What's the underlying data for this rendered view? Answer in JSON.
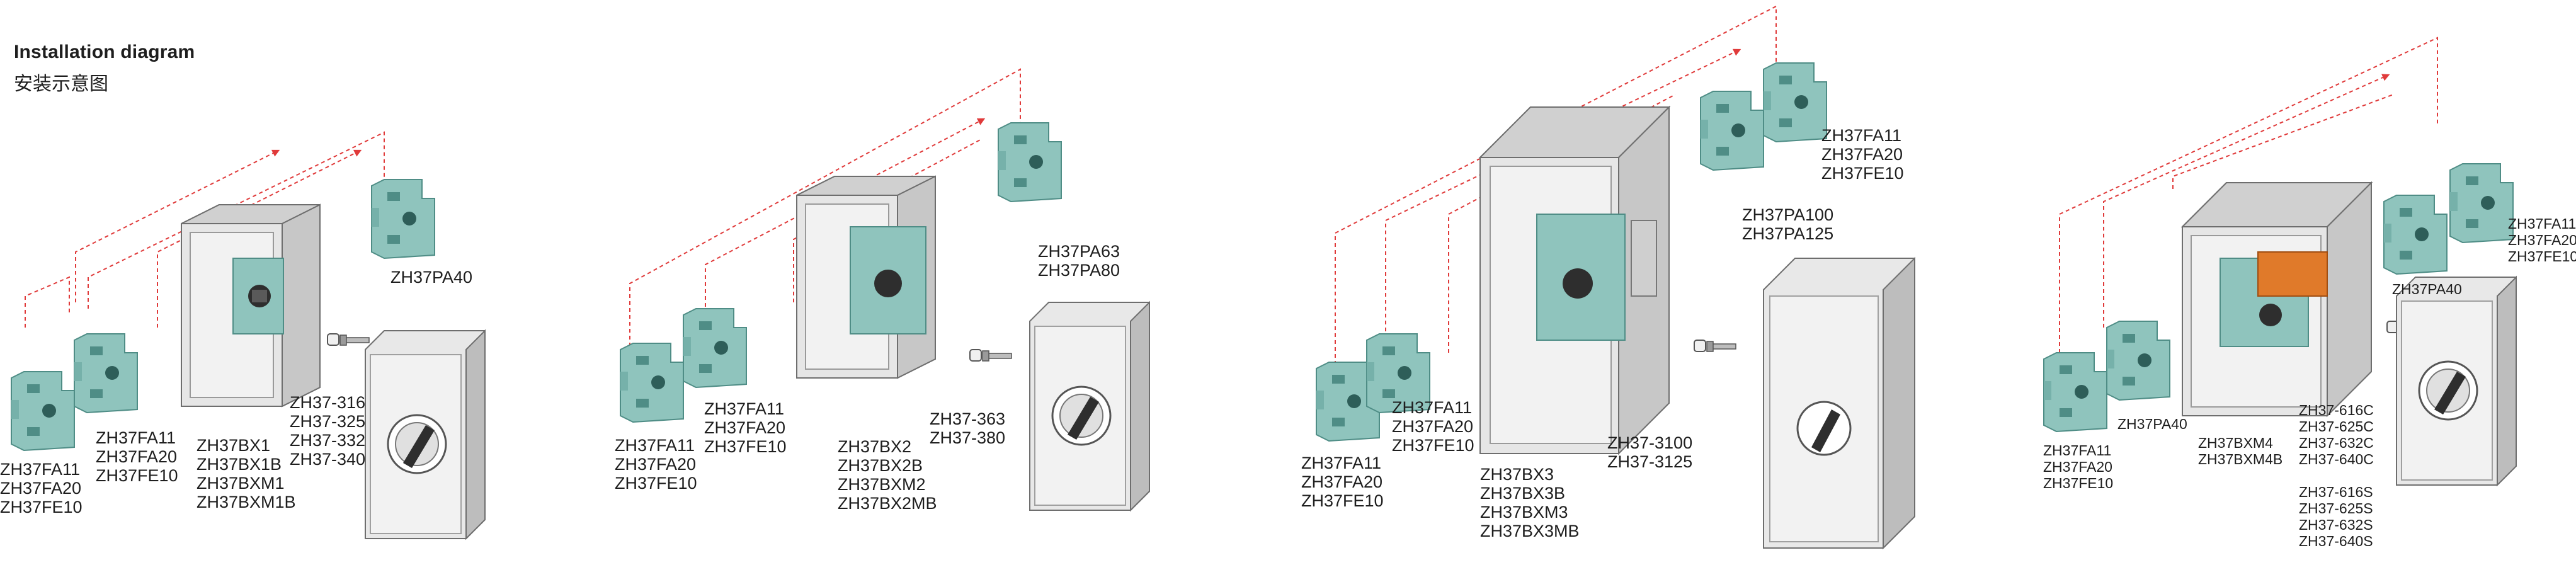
{
  "title": "Installation diagram",
  "subtitle": "安装示意图",
  "groups": [
    {
      "accessory_left_labels": [
        "ZH37FA11",
        "ZH37FA20",
        "ZH37FE10"
      ],
      "accessory_right_labels": [
        "ZH37FA11",
        "ZH37FA20",
        "ZH37FE10"
      ],
      "enclosure_labels": [
        "ZH37BX1",
        "ZH37BX1B",
        "ZH37BXM1",
        "ZH37BXM1B"
      ],
      "top_accessory_labels": [
        "ZH37PA40"
      ],
      "switch_labels": [
        "ZH37-316",
        "ZH37-325",
        "ZH37-332",
        "ZH37-340"
      ]
    },
    {
      "accessory_left_labels": [
        "ZH37FA11",
        "ZH37FA20",
        "ZH37FE10"
      ],
      "accessory_right_labels": [
        "ZH37FA11",
        "ZH37FA20",
        "ZH37FE10"
      ],
      "enclosure_labels": [
        "ZH37BX2",
        "ZH37BX2B",
        "ZH37BXM2",
        "ZH37BX2MB"
      ],
      "top_accessory_labels": [
        "ZH37PA63",
        "ZH37PA80"
      ],
      "switch_labels": [
        "ZH37-363",
        "ZH37-380"
      ]
    },
    {
      "accessory_left_labels": [
        "ZH37FA11",
        "ZH37FA20",
        "ZH37FE10"
      ],
      "accessory_right_labels": [
        "ZH37FA11",
        "ZH37FA20",
        "ZH37FE10"
      ],
      "enclosure_labels": [
        "ZH37BX3",
        "ZH37BX3B",
        "ZH37BXM3",
        "ZH37BX3MB"
      ],
      "top_accessory_labels": [
        "ZH37PA100",
        "ZH37PA125"
      ],
      "top_right_labels": [
        "ZH37FA11",
        "ZH37FA20",
        "ZH37FE10"
      ],
      "switch_labels": [
        "ZH37-3100",
        "ZH37-3125"
      ]
    },
    {
      "accessory_left_labels": [
        "ZH37FA11",
        "ZH37FA20",
        "ZH37FE10"
      ],
      "accessory_mid_labels": [
        "ZH37PA40"
      ],
      "enclosure_labels": [
        "ZH37BXM4",
        "ZH37BXM4B"
      ],
      "top_accessory_labels": [
        "ZH37PA40"
      ],
      "top_right_labels": [
        "ZH37FA11",
        "ZH37FA20",
        "ZH37FE10"
      ],
      "switch_c_labels": [
        "ZH37-616C",
        "ZH37-625C",
        "ZH37-632C",
        "ZH37-640C"
      ],
      "switch_s_labels": [
        "ZH37-616S",
        "ZH37-625S",
        "ZH37-632S",
        "ZH37-640S"
      ]
    }
  ],
  "colors": {
    "module": "#8fc4bd",
    "module_dark": "#4f8d86",
    "enclosure": "#dadada",
    "enclosure_edge": "#6e6e6e",
    "dash": "#e03a3a",
    "handle": "#2e2e2e"
  }
}
